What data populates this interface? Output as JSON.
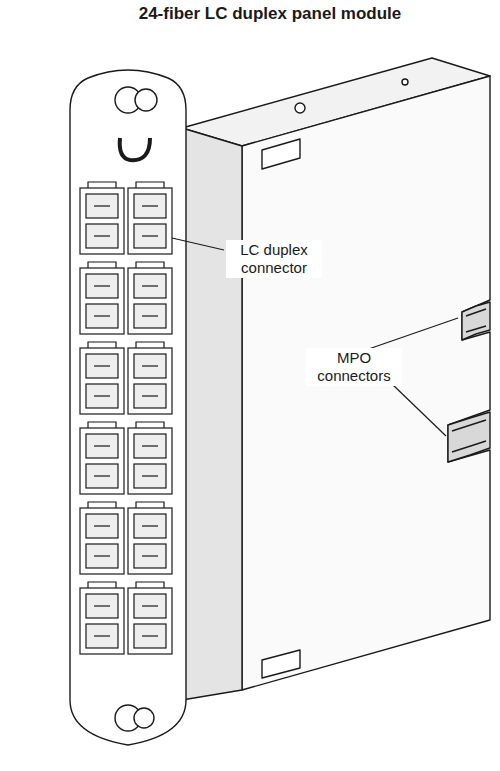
{
  "diagram": {
    "title": "24-fiber LC duplex panel module",
    "labels": [
      "LC duplex connector",
      "MPO connectors"
    ]
  }
}
